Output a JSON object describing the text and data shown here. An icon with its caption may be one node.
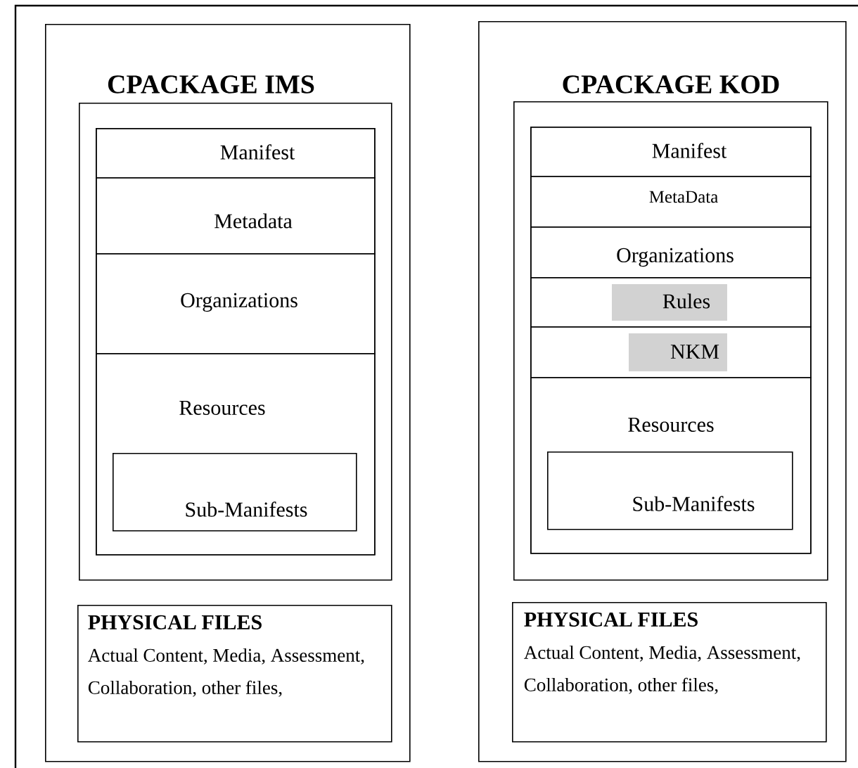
{
  "diagram": {
    "nodes": [
      {
        "text": [
          "CPACKAGE IMS"
        ]
      },
      {
        "text": [],
        "shape": "box",
        "in": 0
      },
      {
        "text": [],
        "shape": "box",
        "in": 1
      },
      {
        "text": [
          "Manifest"
        ],
        "in": 2
      },
      {
        "text": [
          "Metadata"
        ],
        "in": 2
      },
      {
        "text": [
          "Organizations"
        ],
        "in": 2
      },
      {
        "text": [
          "Resources"
        ],
        "in": 2
      },
      {
        "text": [
          "Sub-Manifests"
        ],
        "in": 6
      },
      {
        "text": [
          "PHYSICAL FILES",
          "Actual Content, Media, Assessment, Collaboration, other files,"
        ],
        "in": 0
      },
      {
        "text": [
          "CPACKAGE KOD"
        ]
      },
      {
        "text": [],
        "shape": "box",
        "in": 9
      },
      {
        "text": [],
        "shape": "box",
        "in": 10
      },
      {
        "text": [
          "Manifest"
        ],
        "in": 11
      },
      {
        "text": [
          "MetaData"
        ],
        "in": 11
      },
      {
        "text": [
          "Organizations"
        ],
        "in": 11
      },
      {
        "text": [
          "Rules"
        ],
        "in": 11
      },
      {
        "text": [
          "NKM"
        ],
        "in": 11
      },
      {
        "text": [
          "Resources"
        ],
        "in": 11
      },
      {
        "text": [
          "Sub-Manifests"
        ],
        "in": 17
      },
      {
        "text": [
          "PHYSICAL FILES",
          "Actual Content, Media, Assessment, Collaboration, other files,"
        ],
        "in": 9
      }
    ]
  }
}
